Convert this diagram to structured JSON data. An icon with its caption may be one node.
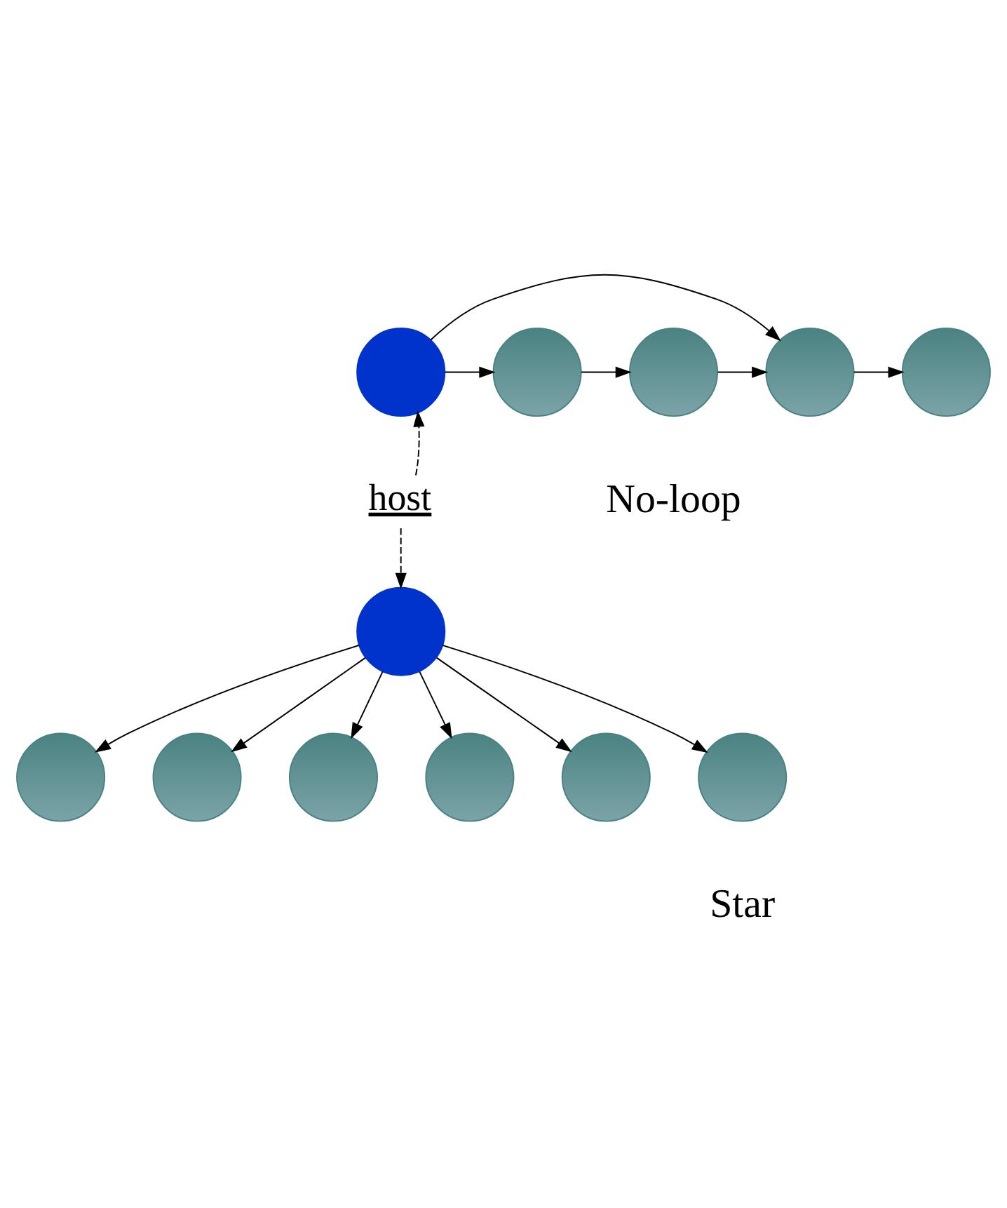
{
  "diagram": {
    "nodes": [
      {
        "text": [],
        "shape": "circle"
      },
      {
        "text": [],
        "shape": "circle"
      },
      {
        "text": [],
        "shape": "circle"
      },
      {
        "text": [],
        "shape": "circle"
      },
      {
        "text": [],
        "shape": "circle"
      },
      {
        "text": [
          "host"
        ]
      },
      {
        "text": [],
        "shape": "circle"
      },
      {
        "text": [],
        "shape": "circle"
      },
      {
        "text": [],
        "shape": "circle"
      },
      {
        "text": [],
        "shape": "circle"
      },
      {
        "text": [],
        "shape": "circle"
      },
      {
        "text": [],
        "shape": "circle"
      },
      {
        "text": [],
        "shape": "circle"
      }
    ],
    "edges": [
      {
        "from": 0,
        "to": 1,
        "arrow": "to"
      },
      {
        "from": 1,
        "to": 2,
        "arrow": "to"
      },
      {
        "from": 2,
        "to": 3,
        "arrow": "to"
      },
      {
        "from": 3,
        "to": 4,
        "arrow": "to"
      },
      {
        "from": 0,
        "to": 3,
        "arrow": "to"
      },
      {
        "from": 5,
        "to": 0,
        "arrow": "to",
        "style": "dashed"
      },
      {
        "from": 5,
        "to": 6,
        "arrow": "to",
        "style": "dashed"
      },
      {
        "from": 6,
        "to": 7,
        "arrow": "to"
      },
      {
        "from": 6,
        "to": 8,
        "arrow": "to"
      },
      {
        "from": 6,
        "to": 9,
        "arrow": "to"
      },
      {
        "from": 6,
        "to": 10,
        "arrow": "to"
      },
      {
        "from": 6,
        "to": 11,
        "arrow": "to"
      },
      {
        "from": 6,
        "to": 12,
        "arrow": "to"
      }
    ],
    "labels": [
      "No-loop",
      "Star"
    ]
  }
}
